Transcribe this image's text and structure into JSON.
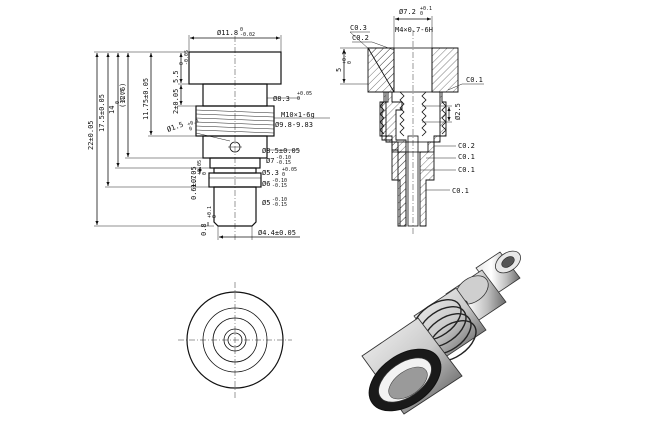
{
  "front_view": {
    "dia_top": "Ø11.8",
    "dia_top_tol": "0\n-0.02",
    "dia_groove": "Ø8.3",
    "dia_groove_tol": "+0.05\n0",
    "thread": "M10×1-6g",
    "thread_dia": "Ø9.8-9.83",
    "dia_hole": "Ø1.5",
    "dia_hole_tol": "+0.1\n0",
    "dia_mid": "Ø8.5±0.05",
    "dia_7": "Ø7",
    "dia_7_tol": "-0.10\n-0.15",
    "dia_53": "Ø5.3",
    "dia_53_tol": "+0.05\n0",
    "dia_6": "Ø6",
    "dia_6_tol": "-0.10\n-0.15",
    "dia_5": "Ø5",
    "dia_5_tol": "-0.10\n-0.15",
    "dia_44": "Ø4.4±0.05",
    "len_22": "22±0.05",
    "len_175": "17.5±0.05",
    "len_14": "14",
    "len_14_tol": "0\n-0.05",
    "len_126": "(12.6)",
    "len_1175": "11.75±0.05",
    "len_55": "5.5",
    "len_55_tol": "0\n-0.05",
    "len_2": "2±0.05",
    "len_17": "1.7",
    "len_17_tol": "+0.05\n0",
    "len_06": "0.6±0.05",
    "len_08": "0.8",
    "len_08_tol": "+0.1\n0"
  },
  "section_view": {
    "dia_72": "Ø7.2",
    "dia_72_tol": "+0.1\n0",
    "chamfer_03": "C0.3",
    "chamfer_02": "C0.2",
    "thread": "M4×0.7-6H",
    "depth_5": "5",
    "depth_5_tol": "+0.1\n0",
    "chamfer_01a": "C0.1",
    "dia_25": "Ø2.5",
    "chamfer_02b": "C0.2",
    "chamfer_01b": "C0.1",
    "chamfer_01c": "C0.1"
  }
}
